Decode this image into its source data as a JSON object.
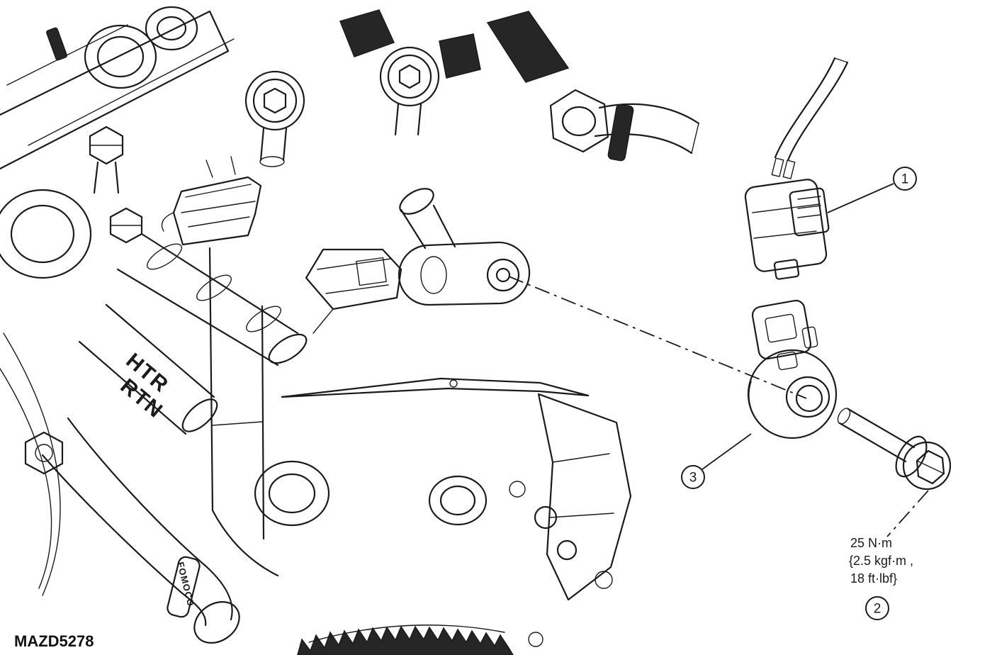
{
  "figure": {
    "id": "MAZD5278",
    "callout_numbers": [
      "1",
      "2",
      "3"
    ],
    "torque_spec": {
      "line1": "25 N·m",
      "line2": "{2.5 kgf·m ,",
      "line3": "18 ft·lbf}"
    },
    "part_labels": {
      "hose_top": "HTR",
      "hose_bottom": "RTN",
      "tag": "FOMOCO"
    }
  }
}
